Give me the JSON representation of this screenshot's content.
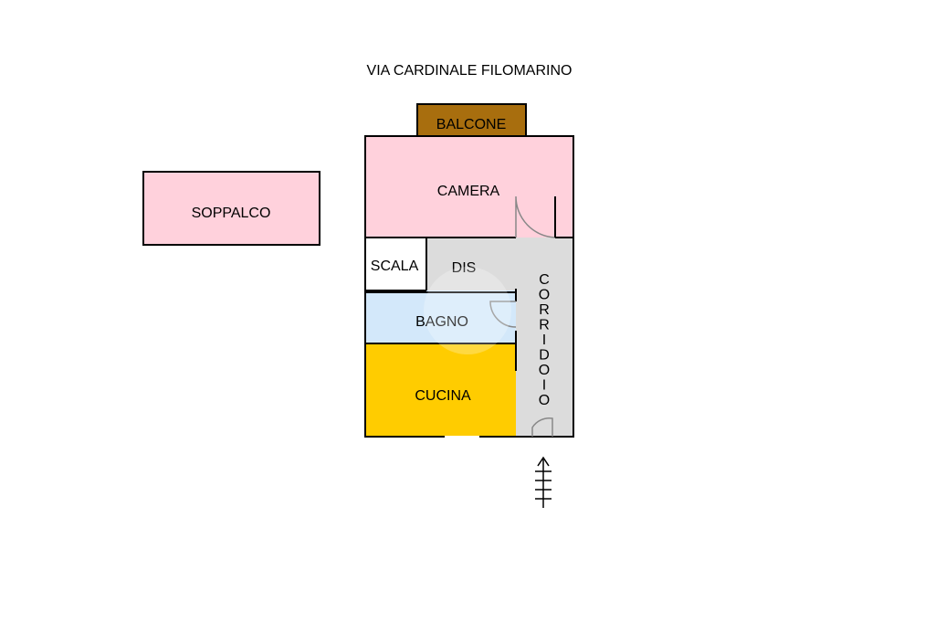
{
  "street_label": "VIA CARDINALE FILOMARINO",
  "rooms": {
    "balcone": {
      "label": "BALCONE",
      "color": "#A86E0E"
    },
    "camera": {
      "label": "CAMERA",
      "color": "#FFD1DC"
    },
    "soppalco": {
      "label": "SOPPALCO",
      "color": "#FFD1DC"
    },
    "scala": {
      "label": "SCALA",
      "color": "#FFFFFF"
    },
    "dis": {
      "label": "DIS",
      "color": "#DCDCDC"
    },
    "bagno": {
      "label": "BAGNO",
      "color": "#D3E8FA"
    },
    "cucina": {
      "label": "CUCINA",
      "color": "#FFCC00"
    },
    "corridoio": {
      "letters": [
        "C",
        "O",
        "R",
        "R",
        "I",
        "D",
        "O",
        "I",
        "O"
      ],
      "color": "#DCDCDC"
    }
  },
  "entrance_arrow": "arrow-up-icon"
}
